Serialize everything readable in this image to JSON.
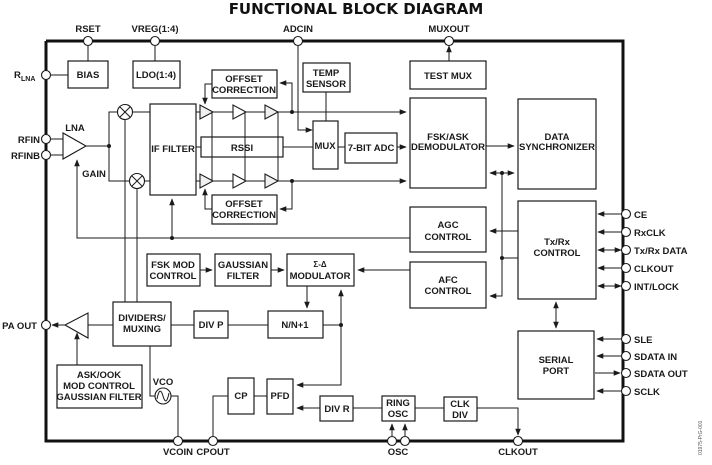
{
  "title": "FUNCTIONAL BLOCK DIAGRAM",
  "figure_id": "01975-PrG-001",
  "pins": {
    "top": {
      "rset": "RSET",
      "vreg": "VREG(1:4)",
      "adcin": "ADCIN",
      "muxout": "MUXOUT"
    },
    "left": {
      "rlna_main": "R",
      "rlna_sub": "LNA",
      "rfin": "RFIN",
      "rfinb": "RFINB",
      "pa_out": "PA OUT"
    },
    "right": {
      "ce": "CE",
      "rxclk": "RxCLK",
      "txrx_data": "Tx/Rx DATA",
      "clkout_r": "CLKOUT",
      "int_lock": "INT/LOCK",
      "sle": "SLE",
      "sdata_in": "SDATA IN",
      "sdata_out": "SDATA OUT",
      "sclk": "SCLK"
    },
    "bottom": {
      "vcoin": "VCOIN",
      "cpout": "CPOUT",
      "osc": "OSC",
      "clkout_b": "CLKOUT"
    }
  },
  "labels": {
    "lna": "LNA",
    "gain": "GAIN",
    "vco": "VCO"
  },
  "blocks": {
    "bias": "BIAS",
    "ldo": "LDO(1:4)",
    "offset_top": [
      "OFFSET",
      "CORRECTION"
    ],
    "offset_bot": [
      "OFFSET",
      "CORRECTION"
    ],
    "temp_sensor": [
      "TEMP",
      "SENSOR"
    ],
    "test_mux": "TEST MUX",
    "if_filter": "IF FILTER",
    "rssi": "RSSI",
    "mux": "MUX",
    "adc": "7-BIT ADC",
    "demod": [
      "FSK/ASK",
      "DEMODULATOR"
    ],
    "data_sync": [
      "DATA",
      "SYNCHRONIZER"
    ],
    "agc": [
      "AGC",
      "CONTROL"
    ],
    "afc": [
      "AFC",
      "CONTROL"
    ],
    "txrx_ctrl": [
      "Tx/Rx",
      "CONTROL"
    ],
    "serial_port": [
      "SERIAL",
      "PORT"
    ],
    "fsk_mod": [
      "FSK MOD",
      "CONTROL"
    ],
    "gauss_filter": [
      "GAUSSIAN",
      "FILTER"
    ],
    "sigma_delta": [
      "Σ-Δ",
      "MODULATOR"
    ],
    "dividers": [
      "DIVIDERS/",
      "MUXING"
    ],
    "div_p": "DIV P",
    "nn1": "N/N+1",
    "ask_ook": [
      "ASK/OOK",
      "MOD CONTROL",
      "GAUSSIAN FILTER"
    ],
    "cp": "CP",
    "pfd": "PFD",
    "div_r": "DIV R",
    "ring_osc": [
      "RING",
      "OSC"
    ],
    "clk_div": [
      "CLK",
      "DIV"
    ]
  }
}
